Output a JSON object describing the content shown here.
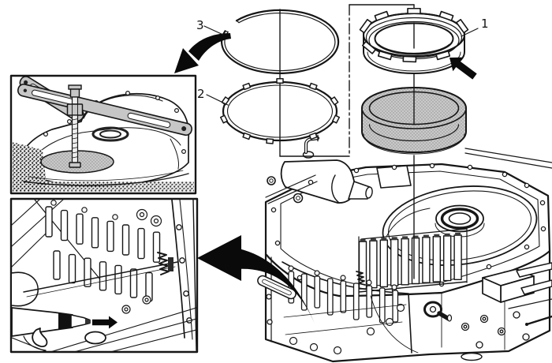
{
  "figure": {
    "type": "technical-illustration",
    "description": "Transmission case exploded view: retaining rings, band, compressor tool inset and air-check inset",
    "callouts": [
      {
        "label": "1",
        "target": "castellated-retaining-ring"
      },
      {
        "label": "2",
        "target": "notched-backing-ring"
      },
      {
        "label": "3",
        "target": "snap-ring"
      }
    ],
    "icons": [
      "curved-arrow-to-inset-1",
      "curved-arrow-to-inset-2",
      "direction-arrow-at-ring-1",
      "direction-arrow-at-nozzle"
    ],
    "colors": {
      "background": "#ffffff",
      "line": "#161616",
      "part_fill": "#c9c9c9",
      "arrow": "#0a0a0a"
    }
  }
}
